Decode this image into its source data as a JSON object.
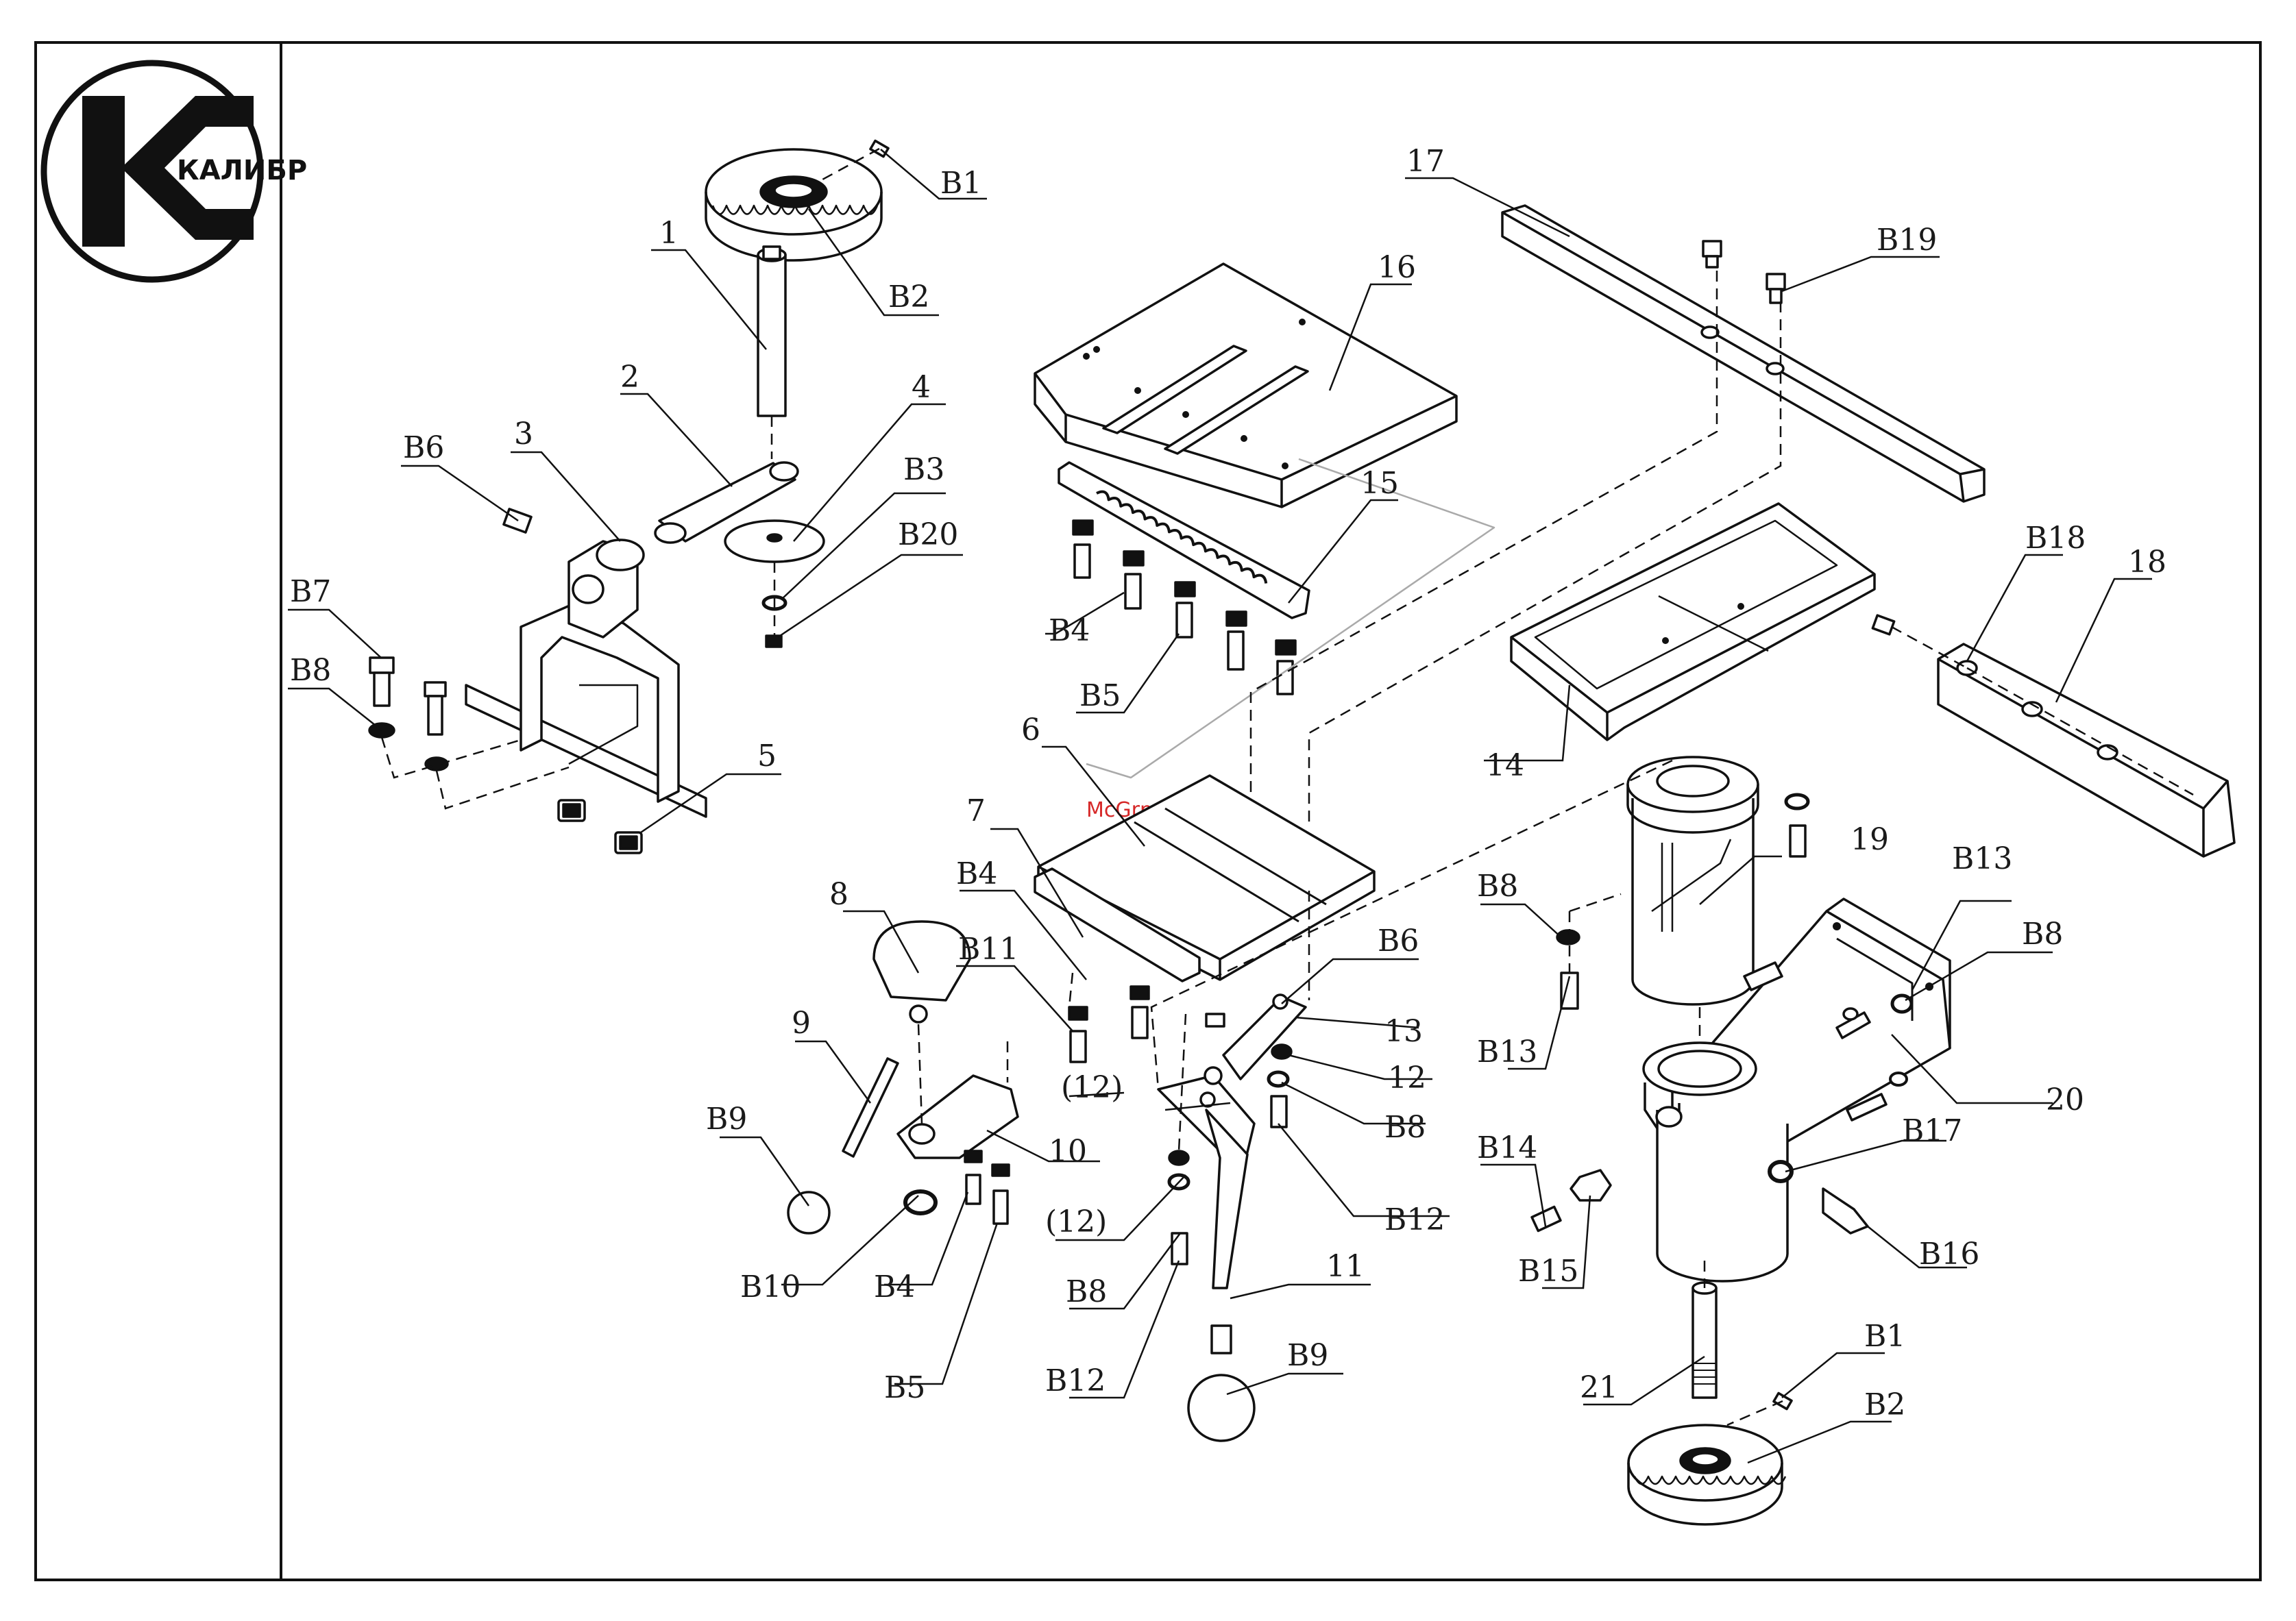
{
  "logo": {
    "text": "КАЛИБР"
  },
  "watermark": {
    "text": "McGrp.Ru"
  },
  "parts": {
    "p1": "1",
    "p2": "2",
    "p3": "3",
    "p4": "4",
    "p5": "5",
    "p6": "6",
    "p7": "7",
    "p8": "8",
    "p9": "9",
    "p10": "10",
    "p11": "11",
    "p12a": "(12)",
    "p12b": "12",
    "p12c": "(12)",
    "p13": "13",
    "p14": "14",
    "p15": "15",
    "p16": "16",
    "p17": "17",
    "p18": "18",
    "p19": "19",
    "p20": "20",
    "p21": "21"
  },
  "fasteners": {
    "b1a": "B1",
    "b1b": "B1",
    "b2a": "B2",
    "b2b": "B2",
    "b3": "B3",
    "b4a": "B4",
    "b4b": "B4",
    "b4c": "B4",
    "b5a": "B5",
    "b5b": "B5",
    "b6a": "B6",
    "b6b": "B6",
    "b7": "B7",
    "b8a": "B8",
    "b8b": "B8",
    "b8c": "B8",
    "b8d": "B8",
    "b8e": "B8",
    "b9a": "B9",
    "b9b": "B9",
    "b10": "B10",
    "b11": "B11",
    "b12a": "B12",
    "b12b": "B12",
    "b13a": "B13",
    "b13b": "B13",
    "b14": "B14",
    "b15": "B15",
    "b16": "B16",
    "b17": "B17",
    "b18": "B18",
    "b19": "B19",
    "b20": "B20"
  }
}
